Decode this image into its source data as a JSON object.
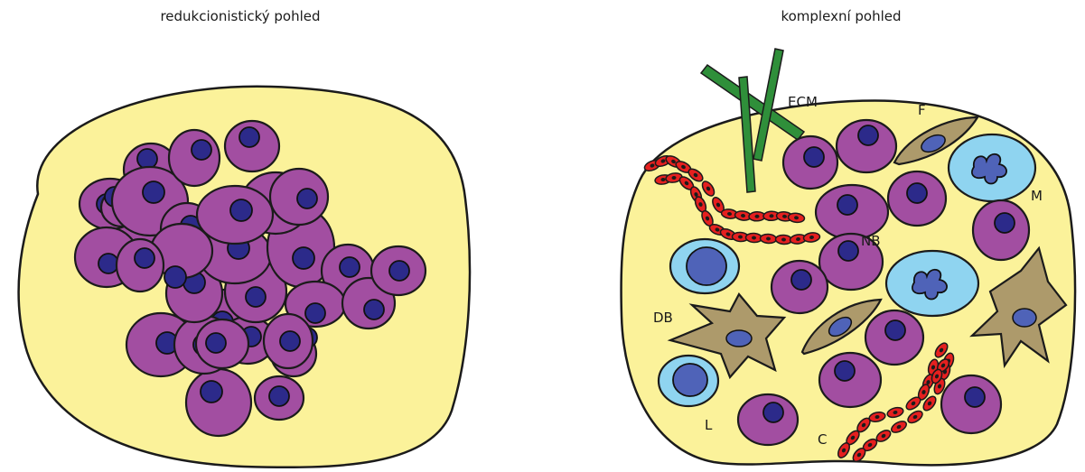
{
  "captions": {
    "left": "redukcionistický pohled",
    "right": "komplexní pohled"
  },
  "labels": {
    "ecm": "ECM",
    "f": "F",
    "m": "M",
    "nb": "NB",
    "db": "DB",
    "l": "L",
    "c": "C"
  },
  "colors": {
    "tissue": "#fbf29a",
    "tumor_cell": "#a24ea1",
    "tumor_nucleus": "#2c2a8a",
    "immune_cell": "#8fd4f0",
    "immune_nucleus": "#4f63b8",
    "stromal_cell": "#ad9a6b",
    "capillary": "#e5201f",
    "ecm_fiber": "#2f8f3a"
  }
}
